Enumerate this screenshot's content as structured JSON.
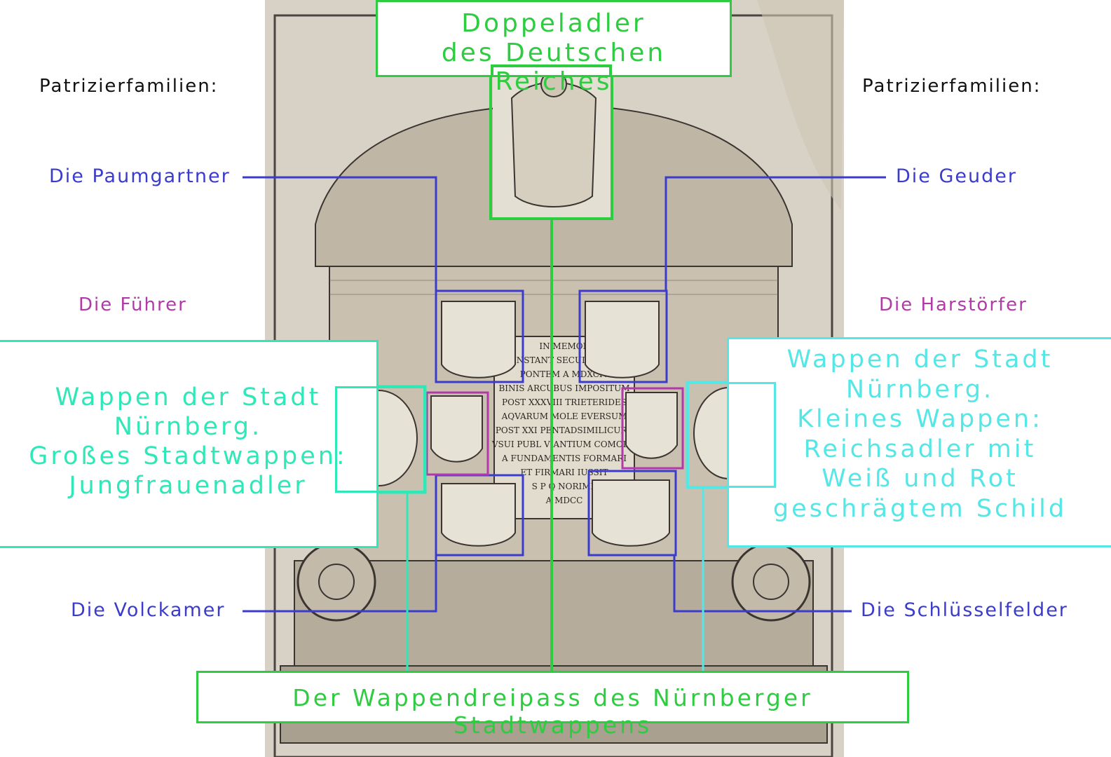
{
  "title_box": {
    "line1": "Doppeladler",
    "line2": "des Deutschen Reiches"
  },
  "headers": {
    "left": "Patrizierfamilien:",
    "right": "Patrizierfamilien:"
  },
  "families": {
    "paumgartner": "Die Paumgartner",
    "geuder": "Die Geuder",
    "fuehrer": "Die Führer",
    "harstoerfer": "Die Harstörfer",
    "volckamer": "Die Volckamer",
    "schluesselfelder": "Die Schlüsselfelder"
  },
  "left_box": {
    "text": "Wappen der Stadt\nNürnberg.\nGroßes Stadtwappen:\nJungfrauenadler"
  },
  "right_box": {
    "text": "Wappen der Stadt\nNürnberg.\nKleines Wappen:\nReichsadler mit\nWeiß und Rot\ngeschrägtem Schild"
  },
  "bottom_box": {
    "text": "Der Wappendreipass des Nürnberger Stadtwappens"
  },
  "plate_inscription": [
    "IN MEMOR",
    "INSTANT SECULI XVIII",
    "PONTEM A MDXCIV",
    "BINIS ARCUBUS IMPOSITUM",
    "POST XXXVIII TRIETERIDES",
    "AQVARUM MOLE EVERSUM",
    "POST XXI PENTADSIMILICURA",
    "VSUI PUBL VIANTIUM COMODO",
    "A FUNDAMENTIS FORMARI",
    "ET FIRMARI IUSSIT",
    "S P Q NORIMB",
    "A MDCC"
  ],
  "colors": {
    "blue": "#3b3bcc",
    "green": "#2ecc40",
    "teal": "#2ee8b8",
    "cyan": "#55e6e6",
    "magenta": "#b23aa8",
    "paper": "#d8d2c6"
  }
}
